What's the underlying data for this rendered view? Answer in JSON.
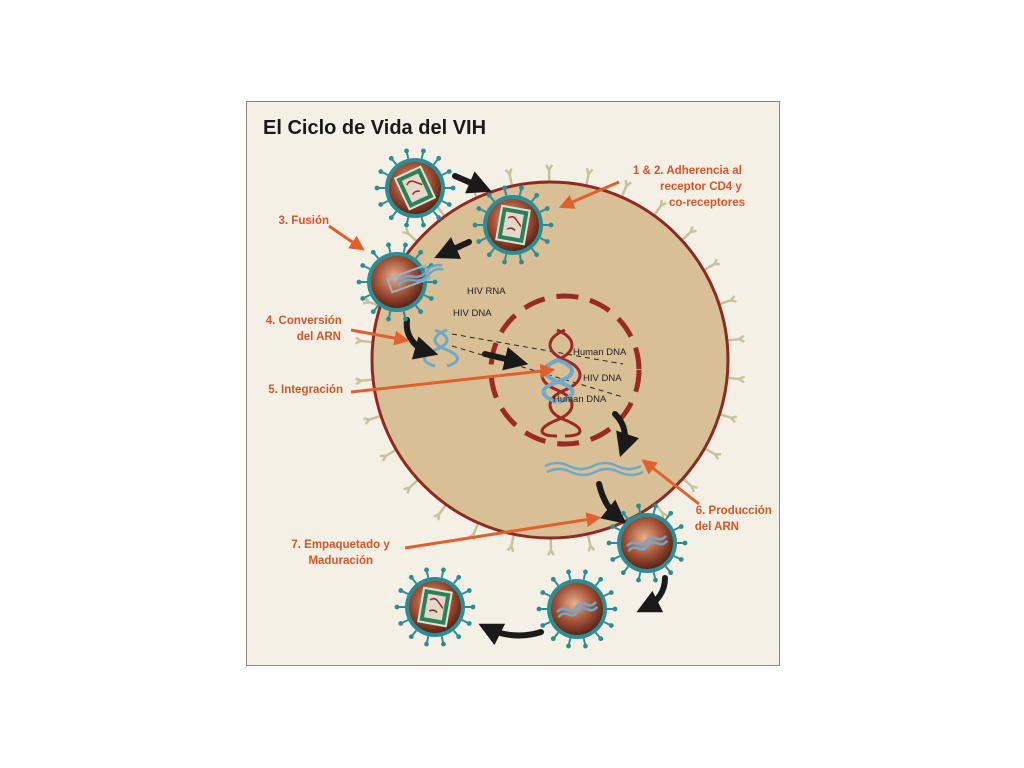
{
  "title": "El Ciclo de Vida del VIH",
  "steps": {
    "adherence": [
      "1 & 2. Adherencia al",
      "receptor CD4 y",
      "co-receptores"
    ],
    "fusion": [
      "3. Fusión"
    ],
    "conversion": [
      "4. Conversión",
      "del ARN"
    ],
    "integration": [
      "5. Integración"
    ],
    "production": [
      "6. Producción",
      "del ARN"
    ],
    "packaging": [
      "7. Empaquetado y",
      "Maduración"
    ]
  },
  "labels": {
    "hiv_rna": "HIV RNA",
    "hiv_dna_top": "HIV DNA",
    "human_dna_top": "Human DNA",
    "hiv_dna_mid": "HIV DNA",
    "human_dna_bottom": "Human DNA"
  },
  "colors": {
    "panel_bg": "#f5f0e6",
    "cell": "#d8bf95",
    "cell_border": "#8f2a22",
    "nucleus_dash": "#9a2a22",
    "accent_orange": "#d4572a",
    "virus_shell": "#2b8e96",
    "virus_core": "#a8563a",
    "hiv_strand": "#6fa9c9",
    "human_strand": "#9b2a24",
    "receptor": "#c8c29a"
  }
}
